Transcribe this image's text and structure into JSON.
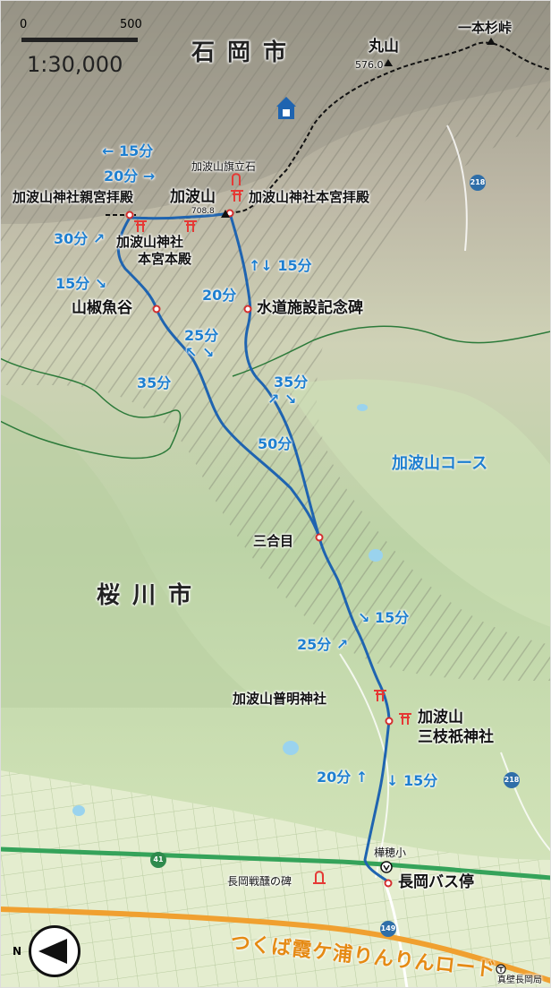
{
  "map": {
    "scale": {
      "start": "0",
      "end": "500",
      "ratio": "1:30,000"
    },
    "cities": {
      "north": "石岡市",
      "south": "桜川市"
    },
    "peaks": {
      "maruyama": "丸山",
      "maruyama_elev": "576.0",
      "ipponsugi": "一本杉峠",
      "kabasan": "加波山",
      "kabasan_elev": "708.8"
    },
    "places": {
      "hatatate": "加波山旗立石",
      "oyamiya": "加波山神社親宮拝殿",
      "hongu_haiden": "加波山神社本宮拝殿",
      "hongu_honden_1": "加波山神社",
      "hongu_honden_2": "本宮本殿",
      "sanshouuodani": "山椒魚谷",
      "suido": "水道施設記念碑",
      "sangome": "三合目",
      "fumyo": "加波山普明神社",
      "sanshi_1": "加波山",
      "sanshi_2": "三枝祇神社",
      "school": "樺穂小",
      "bus": "長岡バス停",
      "battle": "長岡戦醺の碑",
      "post": "真壁長岡局"
    },
    "course_name": "加波山コース",
    "cycling_road": "つくば霞ケ浦りんりんロード",
    "route_numbers": {
      "r218a": "218",
      "r218b": "218",
      "r41": "41",
      "r149": "149"
    },
    "north_label": "N",
    "times": {
      "t1": "15分",
      "t2": "20分",
      "t3": "30分",
      "t4": "15分",
      "t5": "15分",
      "t6": "20分",
      "t7": "25分",
      "t8": "35分",
      "t9": "35分",
      "t10": "50分",
      "t11": "15分",
      "t12": "25分",
      "t13": "20分",
      "t14": "15分"
    },
    "colors": {
      "route": "#1f64b0",
      "time": "#1e7fd0",
      "shrine": "#e53935",
      "cycling": "#f0a030",
      "boundary": "#2c7a3a"
    }
  }
}
